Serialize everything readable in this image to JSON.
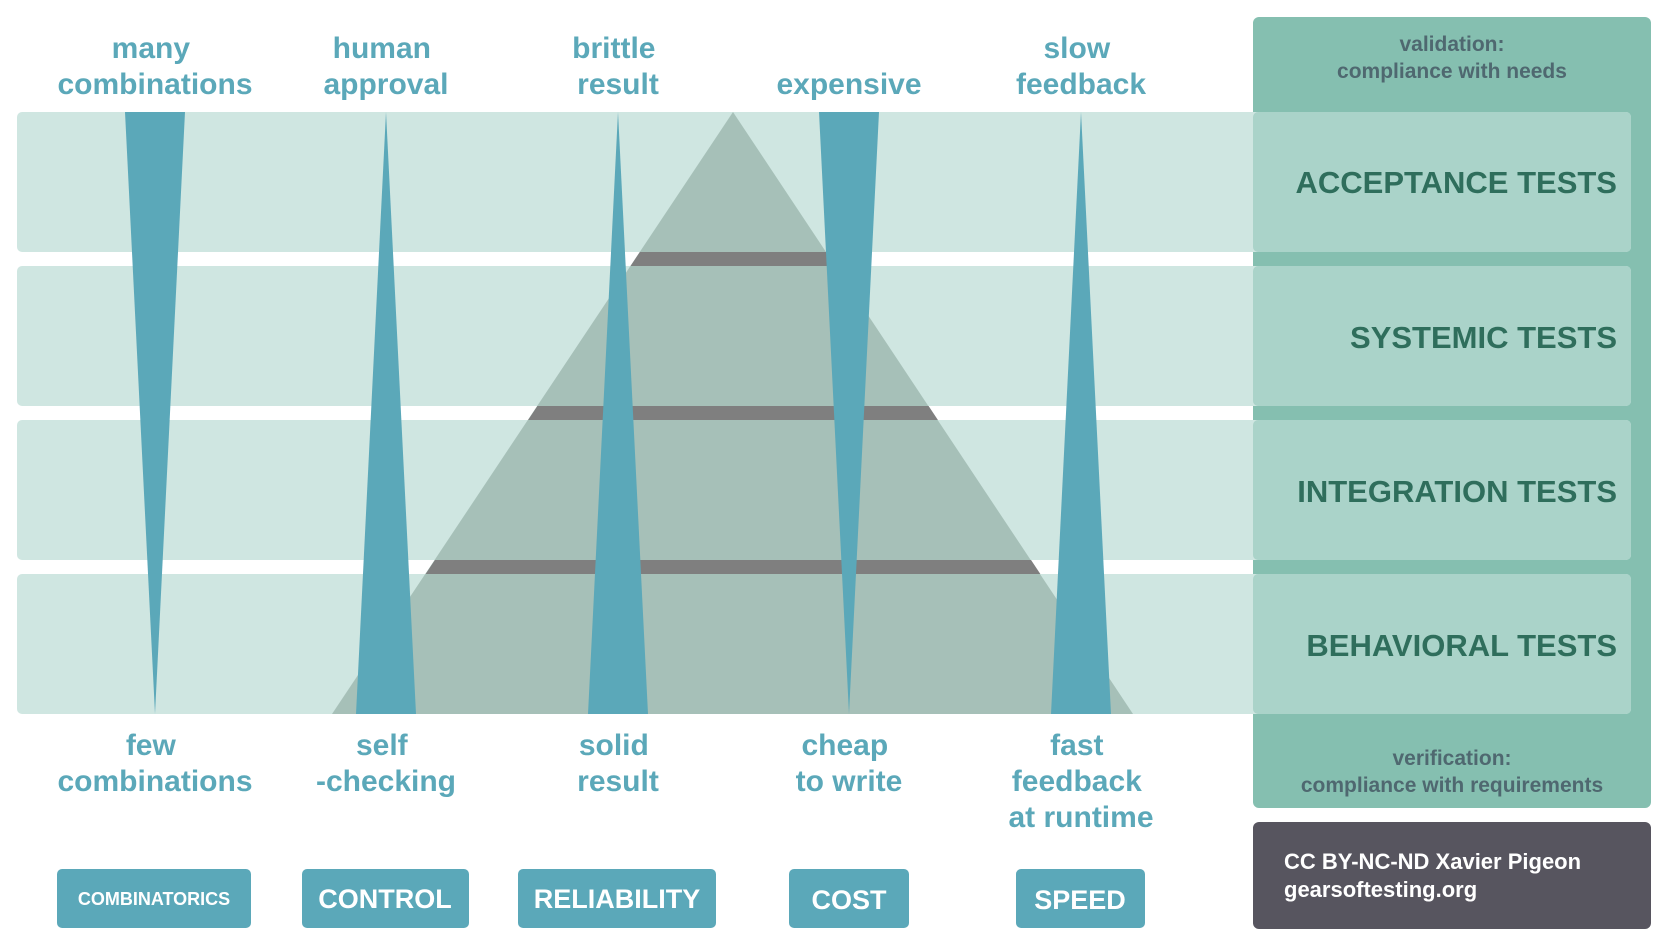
{
  "colors": {
    "band": "#cfe6e1",
    "panel_band": "#aad3c9",
    "side_strip": "#85bfb0",
    "pyramid": "#a6c0b8",
    "pyramid_divider": "#7f7f7f",
    "wedge": "#5ba8b9",
    "label_text": "#5ba8b9",
    "layer_text": "#2f6e5c",
    "side_text": "#4f6870",
    "credit_bg": "#57555f"
  },
  "layers": [
    {
      "label": "ACCEPTANCE TESTS"
    },
    {
      "label": "SYSTEMIC TESTS"
    },
    {
      "label": "INTEGRATION TESTS"
    },
    {
      "label": "BEHAVIORAL TESTS"
    }
  ],
  "side": {
    "top_line1": "validation:",
    "top_line2": "compliance with needs",
    "bottom_line1": "verification:",
    "bottom_line2": "compliance with requirements"
  },
  "dimensions": [
    {
      "category": "COMBINATORICS",
      "wedge_wide_at": "top",
      "top": [
        "many",
        "combinations"
      ],
      "bottom": [
        "few",
        "combinations"
      ]
    },
    {
      "category": "CONTROL",
      "wedge_wide_at": "bottom",
      "top": [
        "human",
        "approval"
      ],
      "bottom": [
        "self",
        "-checking"
      ]
    },
    {
      "category": "RELIABILITY",
      "wedge_wide_at": "bottom",
      "top": [
        "brittle",
        "result"
      ],
      "bottom": [
        "solid",
        "result"
      ]
    },
    {
      "category": "COST",
      "wedge_wide_at": "top",
      "top": [
        "expensive"
      ],
      "bottom": [
        "cheap",
        "to write"
      ]
    },
    {
      "category": "SPEED",
      "wedge_wide_at": "bottom",
      "top": [
        "slow",
        "feedback"
      ],
      "bottom": [
        "fast",
        "feedback",
        "at runtime"
      ]
    }
  ],
  "credit": {
    "line1": "CC BY-NC-ND  Xavier Pigeon",
    "line2": "gearsoftesting.org"
  }
}
